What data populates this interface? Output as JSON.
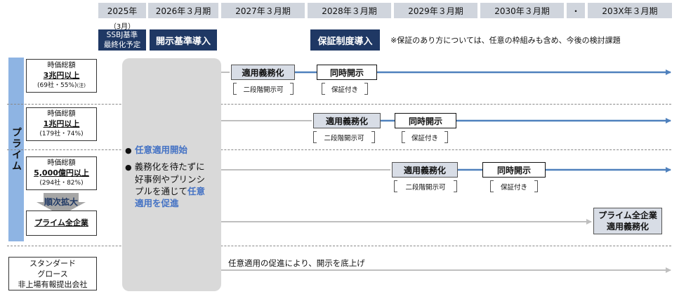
{
  "years": [
    "2025年",
    "2026年３月期",
    "2027年３月期",
    "2028年３月期",
    "2029年３月期",
    "2030年３月期",
    "・",
    "203X年３月期"
  ],
  "ssbj": {
    "month": "（3月）",
    "line1": "SSBJ基準",
    "line2": "最終化予定"
  },
  "disclosure_intro": "開示基準導入",
  "assurance_intro": "保証制度導入",
  "assurance_note": "※保証のあり方については、任意の枠組みも含め、今後の検討課題",
  "prime_label": "プライム",
  "rows": [
    {
      "l1": "時価総額",
      "l2": "3兆円以上",
      "l3": "(69社・55%)",
      "note": "(注)"
    },
    {
      "l1": "時価総額",
      "l2": "1兆円以上",
      "l3": "(179社・74%)"
    },
    {
      "l1": "時価総額",
      "l2": "5,000億円以上",
      "l3": "(294社・82%)"
    }
  ],
  "expansion": "順次拡大",
  "prime_all": "プライム全企業",
  "mandatory": "適用義務化",
  "two_stage": "二段階開示可",
  "simultaneous": "同時開示",
  "assured": "保証付き",
  "final": {
    "line1": "プライム全企業",
    "line2": "適用義務化"
  },
  "voluntary": {
    "bullet1": "任意適用開始",
    "bullet2_a": "義務化を待たずに",
    "bullet2_b": "好事例やプリンシ",
    "bullet2_c": "プルを通じて",
    "bullet2_d": "任意",
    "bullet2_e": "適用を促進"
  },
  "others": {
    "l1": "スタンダード",
    "l2": "グロース",
    "l3": "非上場有報提出会社"
  },
  "others_text": "任意適用の促進により、開示を底上げ",
  "colors": {
    "navy": "#1f3864",
    "arrow_blue": "#4f81bd",
    "prime_band": "#8eb4e3",
    "grey_panel": "#d9d9d9",
    "accent_text": "#4472c4"
  }
}
